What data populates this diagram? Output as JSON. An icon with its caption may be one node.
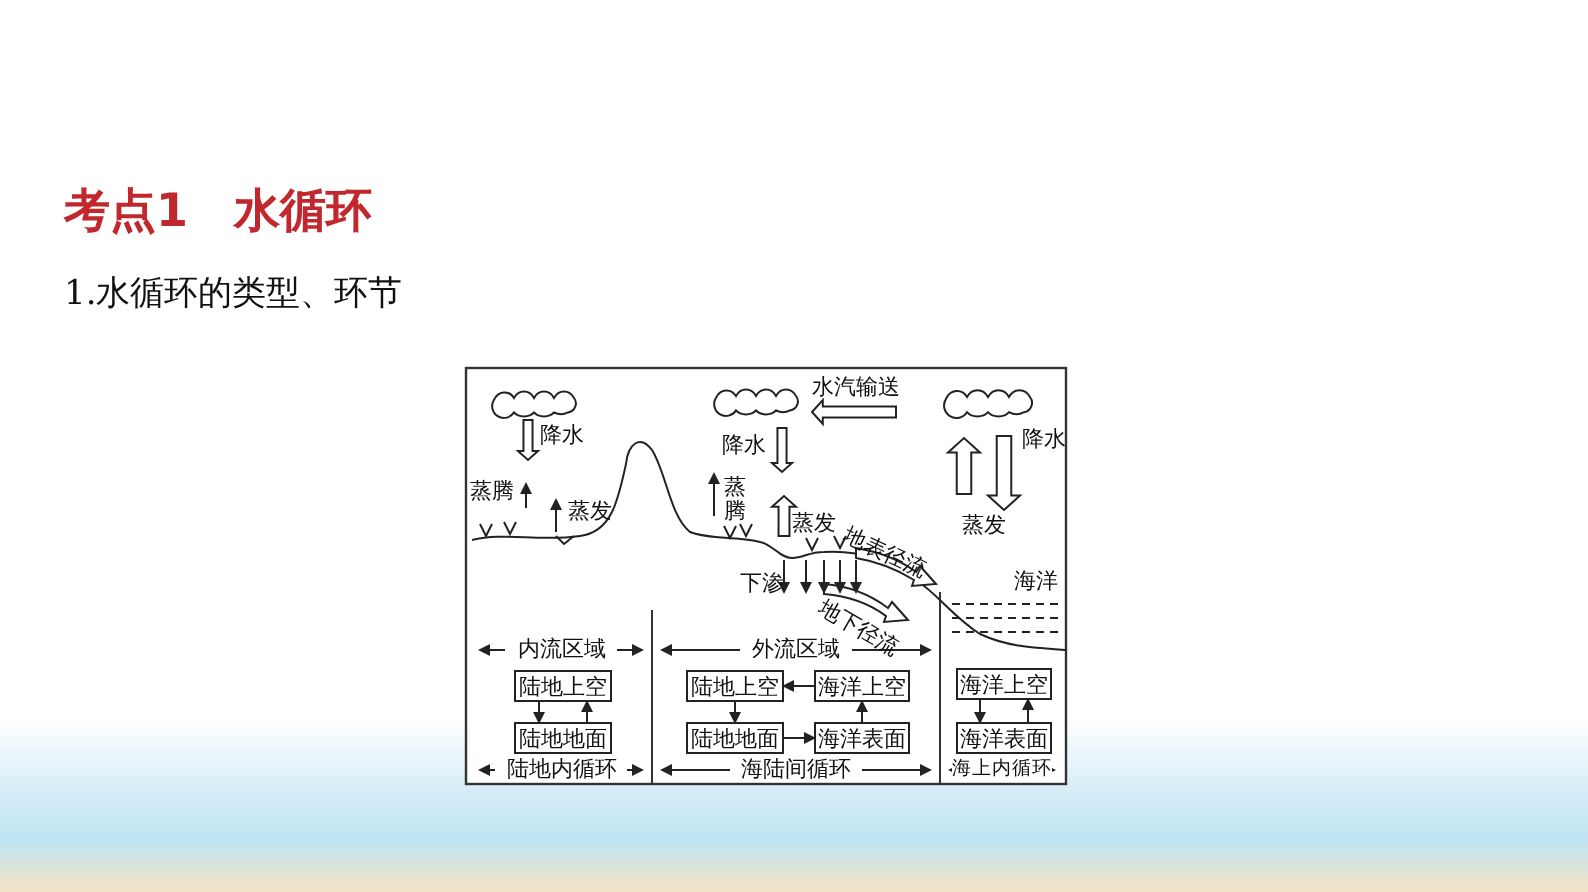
{
  "diagram": {
    "title": "考点1　水循环",
    "nodes": [
      {
        "text": [
          "陆地上空"
        ]
      },
      {
        "text": [
          "陆地地面"
        ]
      },
      {
        "text": [
          "陆地上空"
        ]
      },
      {
        "text": [
          "海洋上空"
        ]
      },
      {
        "text": [
          "陆地地面"
        ]
      },
      {
        "text": [
          "海洋表面"
        ]
      },
      {
        "text": [
          "海洋上空"
        ]
      },
      {
        "text": [
          "海洋表面"
        ]
      }
    ],
    "edges": [
      {
        "from": 0,
        "to": 1,
        "arrow": "to"
      },
      {
        "from": 1,
        "to": 0,
        "arrow": "to"
      },
      {
        "from": 3,
        "to": 2,
        "arrow": "to"
      },
      {
        "from": 2,
        "to": 4,
        "arrow": "to"
      },
      {
        "from": 4,
        "to": 5,
        "arrow": "to"
      },
      {
        "from": 5,
        "to": 3,
        "arrow": "to"
      },
      {
        "from": 6,
        "to": 7,
        "arrow": "to"
      },
      {
        "from": 7,
        "to": 6,
        "arrow": "to"
      }
    ],
    "labels": [
      "1.水循环的类型、环节",
      "降水",
      "水汽输送",
      "降水",
      "降水",
      "蒸腾",
      "蒸发",
      "蒸腾",
      "蒸发",
      "蒸发",
      "地表径流",
      "下渗",
      "海洋",
      "地下径流",
      "内流区域",
      "外流区域",
      "陆地内循环",
      "海陆间循环",
      "海上内循环"
    ]
  }
}
